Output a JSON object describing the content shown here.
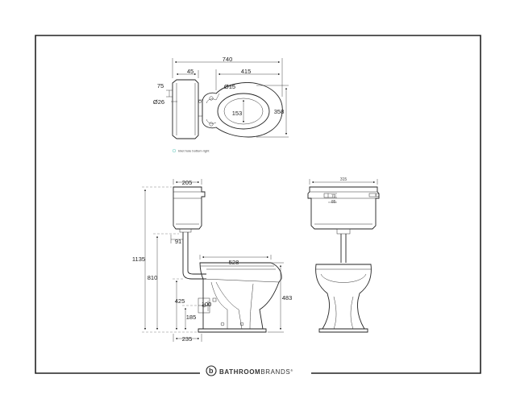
{
  "top_view": {
    "dims": {
      "overall_width": "740",
      "cistern_depth": "45",
      "seat_length": "415",
      "height_75": "75",
      "dia_26": "Ø26",
      "dia_15": "Ø15",
      "inner_153": "153",
      "overall_depth": "358"
    },
    "note": "Inlet hole bottom right",
    "note_color": "#7fd3c9"
  },
  "side_view": {
    "dims": {
      "cistern_width": "205",
      "pipe_offset": "91",
      "total_height": "1135",
      "cistern_bottom_height": "810",
      "pan_length": "528",
      "pan_height": "483",
      "outlet_height": "425",
      "outlet_size": "100",
      "outlet_low": "185",
      "base_depth": "235"
    }
  },
  "front_view": {
    "dims": {
      "cistern_width": "315",
      "dim_70": "70",
      "dim_85": "85"
    }
  },
  "brand": {
    "logo_letter": "b",
    "name_bold": "BATHROOM",
    "name_light": "BRANDS",
    "mark": "®",
    "color": "#333333"
  }
}
